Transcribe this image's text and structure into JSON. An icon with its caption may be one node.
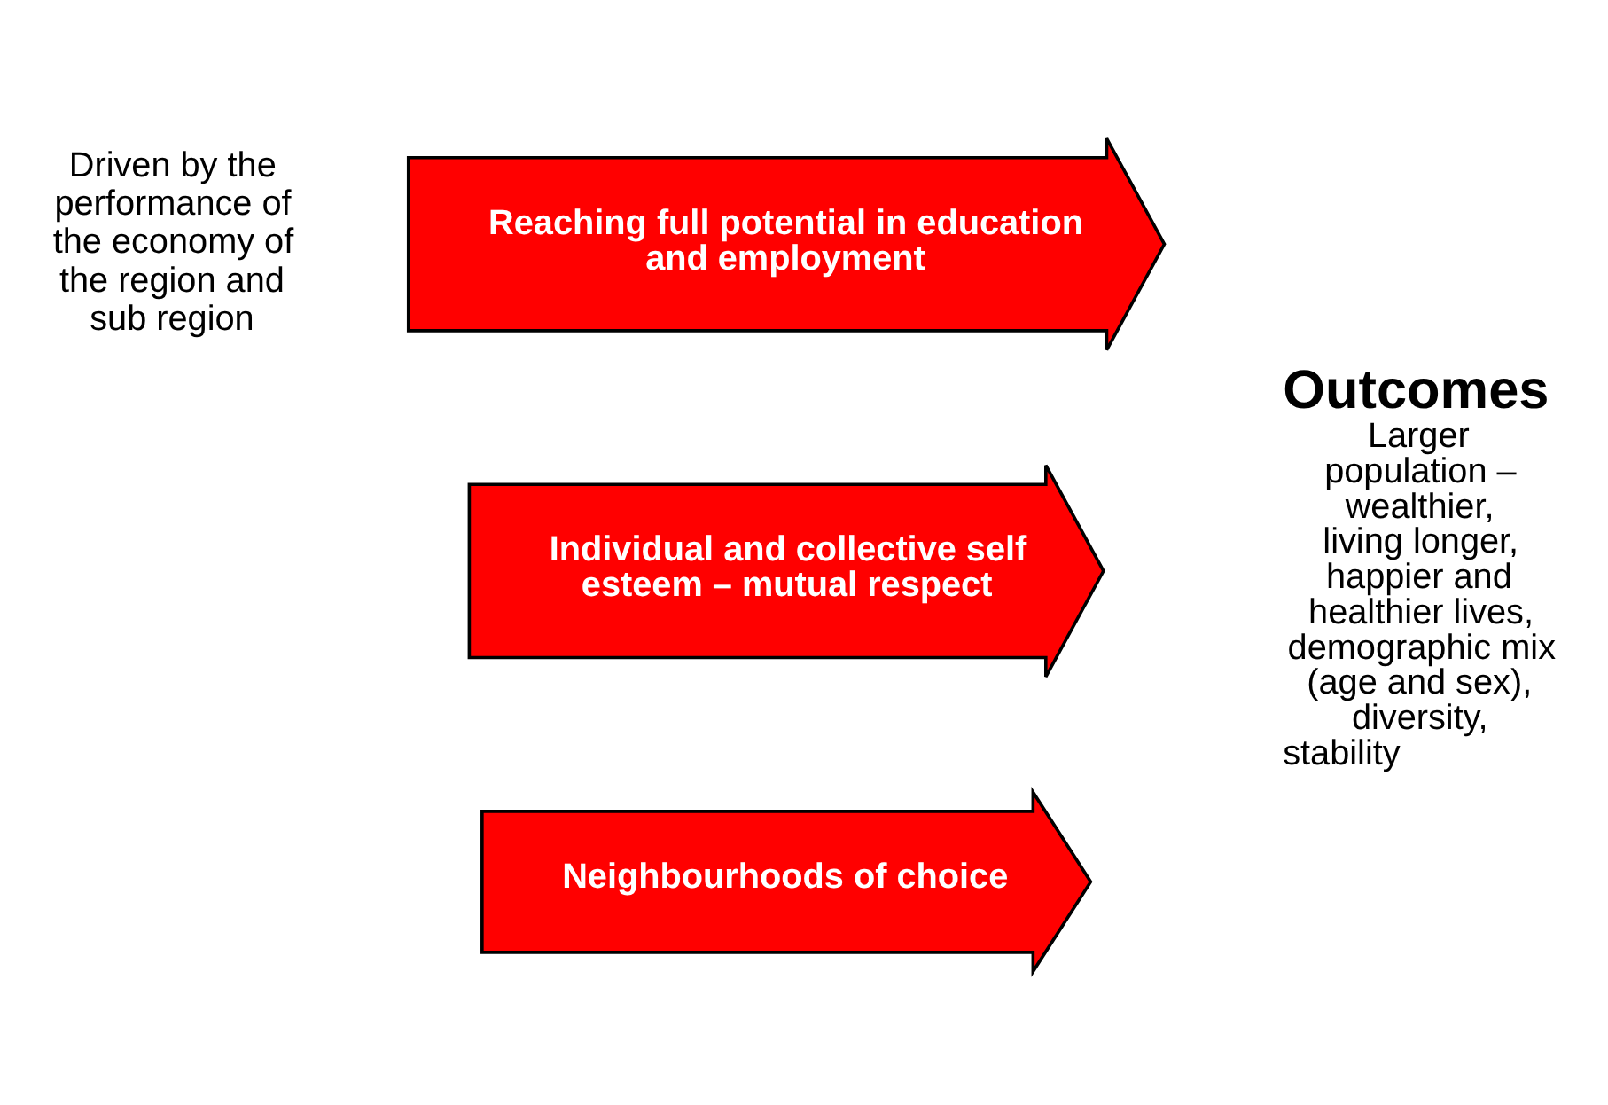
{
  "diagram": {
    "nodes": [
      {
        "text": [
          "Driven by the performance of the economy of the region and sub region"
        ]
      },
      {
        "text": [
          "Reaching full potential in education and employment"
        ]
      },
      {
        "text": [
          "Individual and collective self esteem – mutual respect"
        ]
      },
      {
        "text": [
          "Neighbourhoods of choice"
        ]
      },
      {
        "text": [
          "Outcomes",
          "Larger population – wealthier, living longer, happier and healthier lives, demographic mix (age and sex), diversity, stability"
        ]
      }
    ],
    "edges": []
  }
}
